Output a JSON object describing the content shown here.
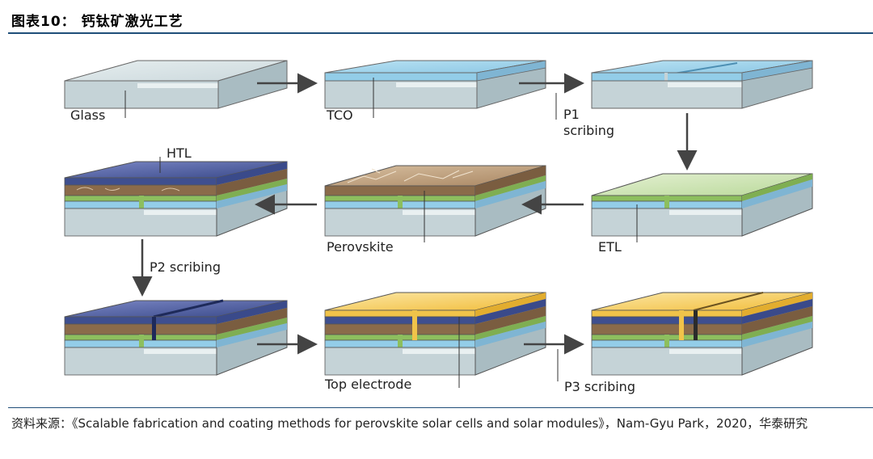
{
  "figure": {
    "title": "图表10：   钙钛矿激光工艺"
  },
  "labels": {
    "glass": "Glass",
    "tco": "TCO",
    "p1_a": "P1",
    "p1_b": "scribing",
    "htl": "HTL",
    "perovskite": "Perovskite",
    "etl": "ETL",
    "p2": "P2 scribing",
    "top_electrode": "Top electrode",
    "p3": "P3 scribing"
  },
  "source": {
    "text": "资料来源：《Scalable fabrication and coating methods for perovskite solar cells and solar modules》，Nam-Gyu Park，2020，华泰研究"
  },
  "colors": {
    "glass": "#c9d6da",
    "tco": "#93cde8",
    "etl": "#8dbf5e",
    "perovskite": "#8a6b4a",
    "htl": "#4d5f9c",
    "electrode": "#f0c34a",
    "rule": "#1f4e79"
  }
}
